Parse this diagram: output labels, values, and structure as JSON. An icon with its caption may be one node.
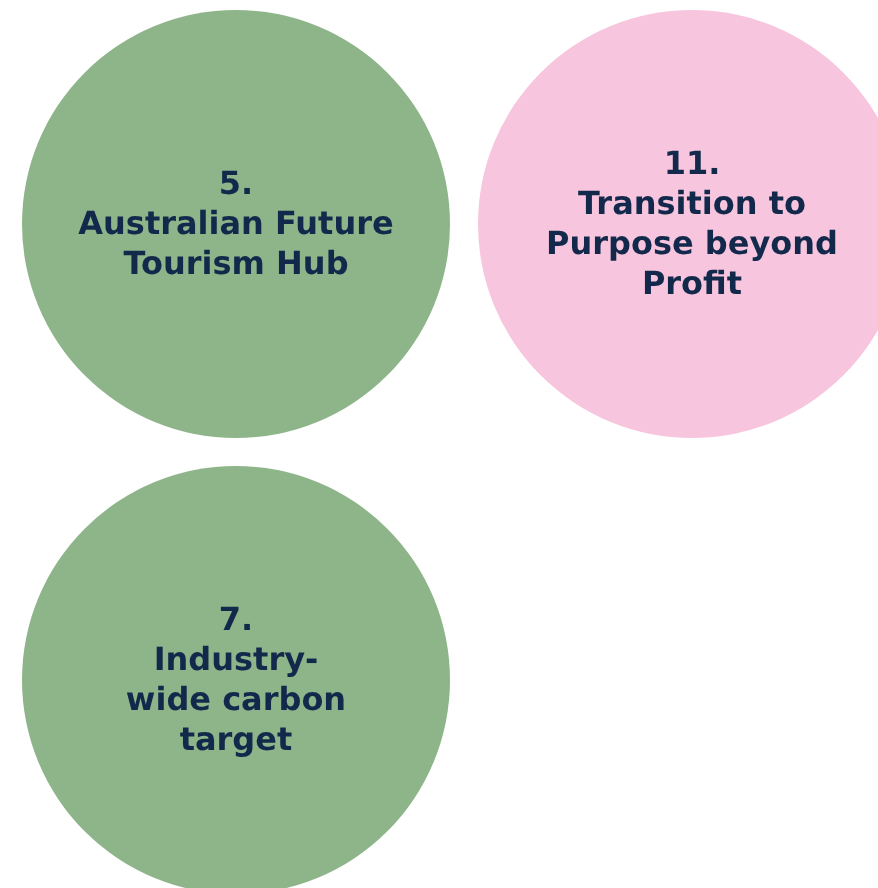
{
  "diagram": {
    "nodes": [
      {
        "text": [
          "5.",
          "Australian Future Tourism Hub"
        ]
      },
      {
        "text": [
          "11.",
          "Transition to Purpose beyond Profit"
        ]
      },
      {
        "text": [
          "7.",
          "Industry-wide carbon target"
        ]
      }
    ],
    "edges": []
  }
}
